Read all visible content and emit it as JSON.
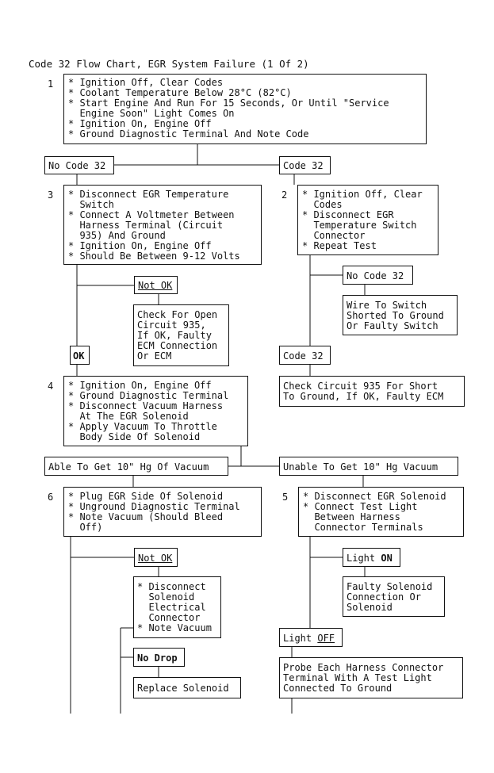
{
  "title": "Code 32 Flow Chart, EGR System Failure (1 Of 2)",
  "steps": {
    "s1": {
      "num": "1",
      "lines": [
        "* Ignition Off, Clear Codes",
        "* Coolant Temperature Below 28°C (82°C)",
        "* Start Engine And Run For 15 Seconds, Or Until \"Service",
        "  Engine Soon\" Light Comes On",
        "* Ignition On, Engine Off",
        "* Ground Diagnostic Terminal And Note Code"
      ]
    },
    "s3": {
      "num": "3",
      "lines": [
        "* Disconnect EGR Temperature",
        "  Switch",
        "* Connect A Voltmeter Between",
        "  Harness Terminal (Circuit",
        "  935) And Ground",
        "* Ignition On, Engine Off",
        "* Should Be Between 9-12 Volts"
      ]
    },
    "s2": {
      "num": "2",
      "lines": [
        "* Ignition Off, Clear",
        "  Codes",
        "* Disconnect EGR",
        "  Temperature Switch",
        "  Connector",
        "* Repeat Test"
      ]
    },
    "s4": {
      "num": "4",
      "lines": [
        "* Ignition On, Engine Off",
        "* Ground Diagnostic Terminal",
        "* Disconnect Vacuum Harness",
        "  At The EGR Solenoid",
        "* Apply Vacuum To Throttle",
        "  Body Side Of Solenoid"
      ]
    },
    "s6": {
      "num": "6",
      "lines": [
        "* Plug EGR Side Of Solenoid",
        "* Unground Diagnostic Terminal",
        "* Note Vacuum (Should Bleed",
        "  Off)"
      ]
    },
    "s5": {
      "num": "5",
      "lines": [
        "* Disconnect EGR Solenoid",
        "* Connect Test Light",
        "  Between Harness",
        "  Connector Terminals"
      ]
    }
  },
  "labels": {
    "no_code_32_a": "No Code 32",
    "code_32_a": "Code 32",
    "not_ok_a": "Not OK",
    "ok": "OK",
    "no_code_32_b": "No Code 32",
    "code_32_b": "Code 32",
    "able": "Able To Get 10\" Hg Of Vacuum",
    "unable": "Unable To Get 10\" Hg Vacuum",
    "not_ok_b": "Not OK",
    "light_on_prefix": "Light ",
    "light_on_word": "ON",
    "no_drop": "No Drop",
    "light_off_prefix": "Light ",
    "light_off_word": "OFF"
  },
  "results": {
    "open_circuit": [
      "Check For Open",
      "Circuit 935,",
      "If OK, Faulty",
      "ECM Connection",
      "Or ECM"
    ],
    "wire_switch": [
      "Wire To Switch",
      "Shorted To Ground",
      "Or Faulty Switch"
    ],
    "check_935": [
      "Check Circuit 935 For Short",
      "To Ground, If OK, Faulty ECM"
    ],
    "disconnect_sol": [
      "* Disconnect",
      "  Solenoid",
      "  Electrical",
      "  Connector",
      "* Note Vacuum"
    ],
    "faulty_sol": [
      "Faulty Solenoid",
      "Connection Or",
      "Solenoid"
    ],
    "replace_sol": [
      "Replace Solenoid"
    ],
    "probe": [
      "Probe Each Harness Connector",
      "Terminal With A Test Light",
      "Connected To Ground"
    ]
  }
}
